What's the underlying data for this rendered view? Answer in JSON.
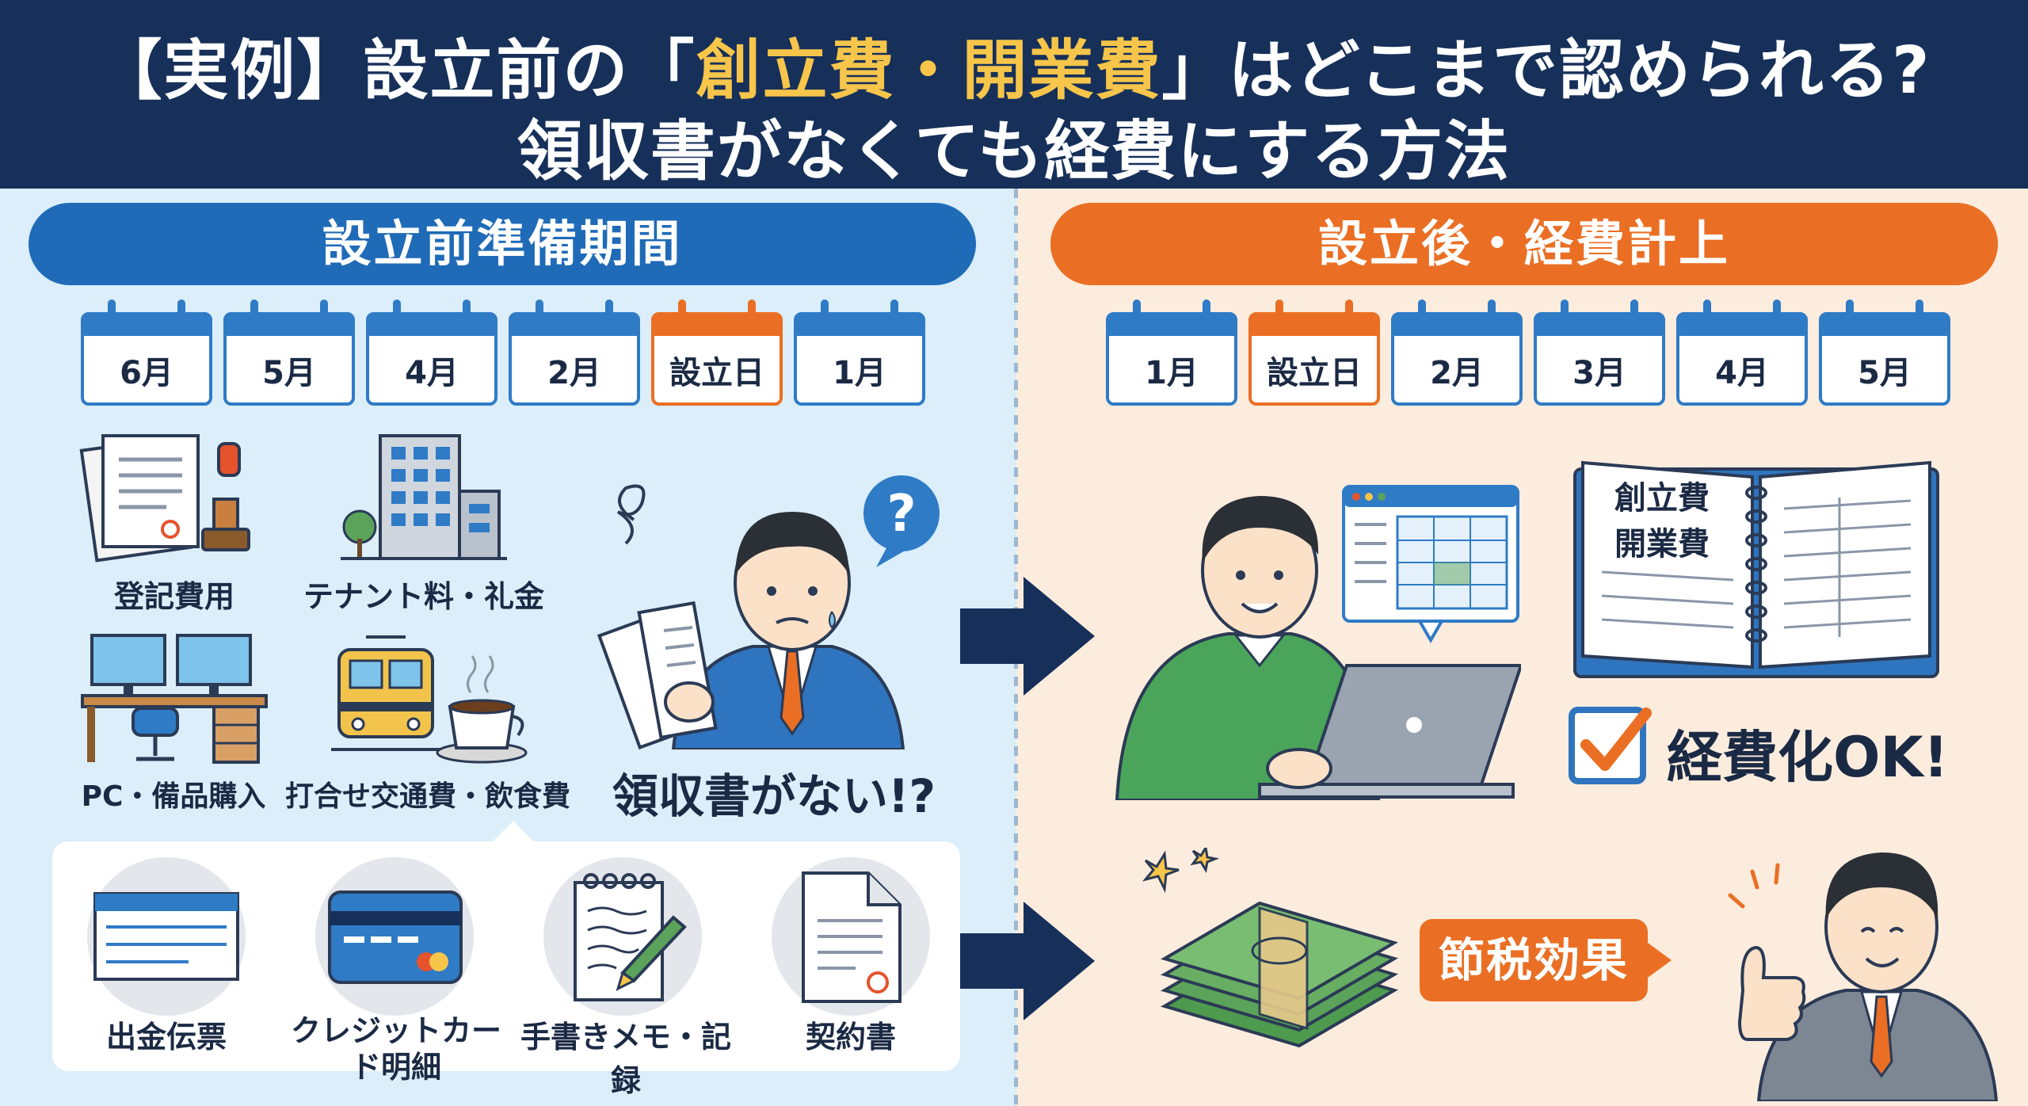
{
  "header": {
    "line1_pre": "【実例】設立前の「",
    "line1_hl": "創立費・開業費",
    "line1_post": "」はどこまで認められる?",
    "line2": "領収書がなくても経費にする方法"
  },
  "left": {
    "title": "設立前準備期間",
    "calendar": [
      "6月",
      "5月",
      "4月",
      "2月",
      "設立日",
      "1月"
    ],
    "items": [
      "登記費用",
      "テナント料・礼金",
      "PC・備品購入",
      "打合せ交通費・飲食費"
    ],
    "problem": "領収書がない!?",
    "docs": [
      "出金伝票",
      "クレジットカード明細",
      "手書きメモ・記録",
      "契約書"
    ]
  },
  "right": {
    "title": "設立後・経費計上",
    "calendar": [
      "1月",
      "設立日",
      "2月",
      "3月",
      "4月",
      "5月"
    ],
    "ledger_lines": [
      "創立費",
      "開業費"
    ],
    "check": "経費化OK!",
    "tax": "節税効果"
  },
  "colors": {
    "navy": "#16305a",
    "blue": "#1f6bb7",
    "orange": "#ea6f24",
    "gold": "#f6c54a"
  }
}
